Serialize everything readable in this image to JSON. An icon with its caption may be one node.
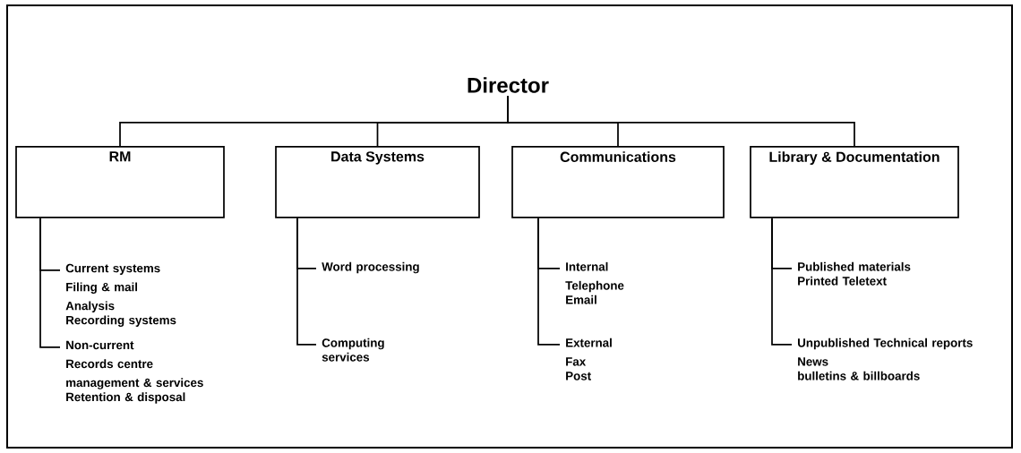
{
  "diagram": {
    "nodes": [
      {
        "text": [
          "Director"
        ]
      },
      {
        "text": [
          "RM"
        ]
      },
      {
        "text": [
          "Data Systems"
        ]
      },
      {
        "text": [
          "Communications"
        ]
      },
      {
        "text": [
          "Library & Documentation"
        ]
      },
      {
        "text": [
          "Current systems",
          "Filing & mail",
          "Analysis",
          "Recording systems"
        ]
      },
      {
        "text": [
          "Non-current",
          "Records centre",
          "management & services",
          "Retention & disposal"
        ]
      },
      {
        "text": [
          "Word processing"
        ]
      },
      {
        "text": [
          "Computing services"
        ]
      },
      {
        "text": [
          "Internal",
          "Telephone",
          "Email"
        ]
      },
      {
        "text": [
          "External",
          "Fax",
          "Post"
        ]
      },
      {
        "text": [
          "Published materials",
          "Printed Teletext"
        ]
      },
      {
        "text": [
          "Unpublished Technical reports",
          "News",
          "bulletins & billboards"
        ]
      }
    ],
    "edges": [
      {
        "from": 0,
        "to": 1,
        "arrow": "none"
      },
      {
        "from": 0,
        "to": 2,
        "arrow": "none"
      },
      {
        "from": 0,
        "to": 3,
        "arrow": "none"
      },
      {
        "from": 0,
        "to": 4,
        "arrow": "none"
      },
      {
        "from": 1,
        "to": 5,
        "arrow": "none"
      },
      {
        "from": 1,
        "to": 6,
        "arrow": "none"
      },
      {
        "from": 2,
        "to": 7,
        "arrow": "none"
      },
      {
        "from": 2,
        "to": 8,
        "arrow": "none"
      },
      {
        "from": 3,
        "to": 9,
        "arrow": "none"
      },
      {
        "from": 3,
        "to": 10,
        "arrow": "none"
      },
      {
        "from": 4,
        "to": 11,
        "arrow": "none"
      },
      {
        "from": 4,
        "to": 12,
        "arrow": "none"
      }
    ]
  }
}
